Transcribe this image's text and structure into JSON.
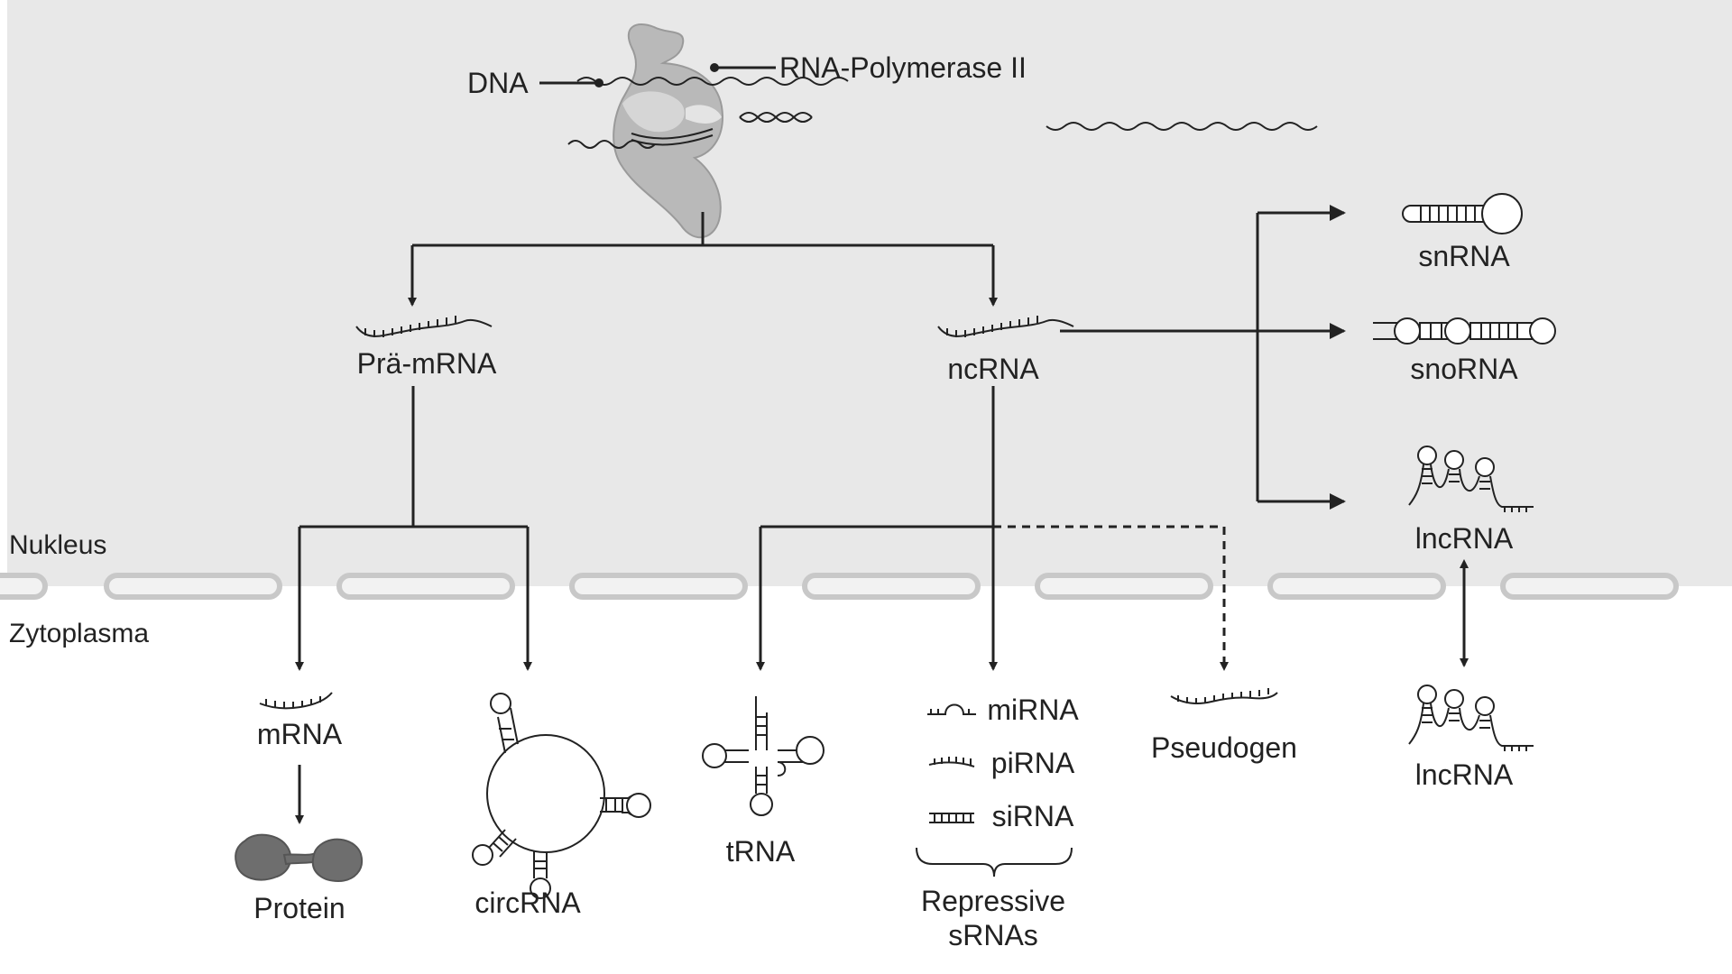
{
  "regions": {
    "nucleus": "Nukleus",
    "cytoplasm": "Zytoplasma"
  },
  "top": {
    "dna": "DNA",
    "polymerase": "RNA-Polymerase II"
  },
  "nodes": {
    "pre_mrna": "Prä-mRNA",
    "ncrna": "ncRNA",
    "snrna": "snRNA",
    "snorna": "snoRNA",
    "lncrna_nucleus": "lncRNA",
    "lncrna_cytoplasm": "lncRNA",
    "mrna": "mRNA",
    "protein": "Protein",
    "circrna": "circRNA",
    "trna": "tRNA",
    "mirna": "miRNA",
    "pirna": "piRNA",
    "sirna": "siRNA",
    "repressive_line1": "Repressive",
    "repressive_line2": "sRNAs",
    "pseudogen": "Pseudogen"
  },
  "colors": {
    "nucleus_bg": "#e8e8e8",
    "ink": "#222222",
    "membrane": "#cfcfcf",
    "protein": "#6e6e6e",
    "polymerase": "#b9b9b9"
  }
}
